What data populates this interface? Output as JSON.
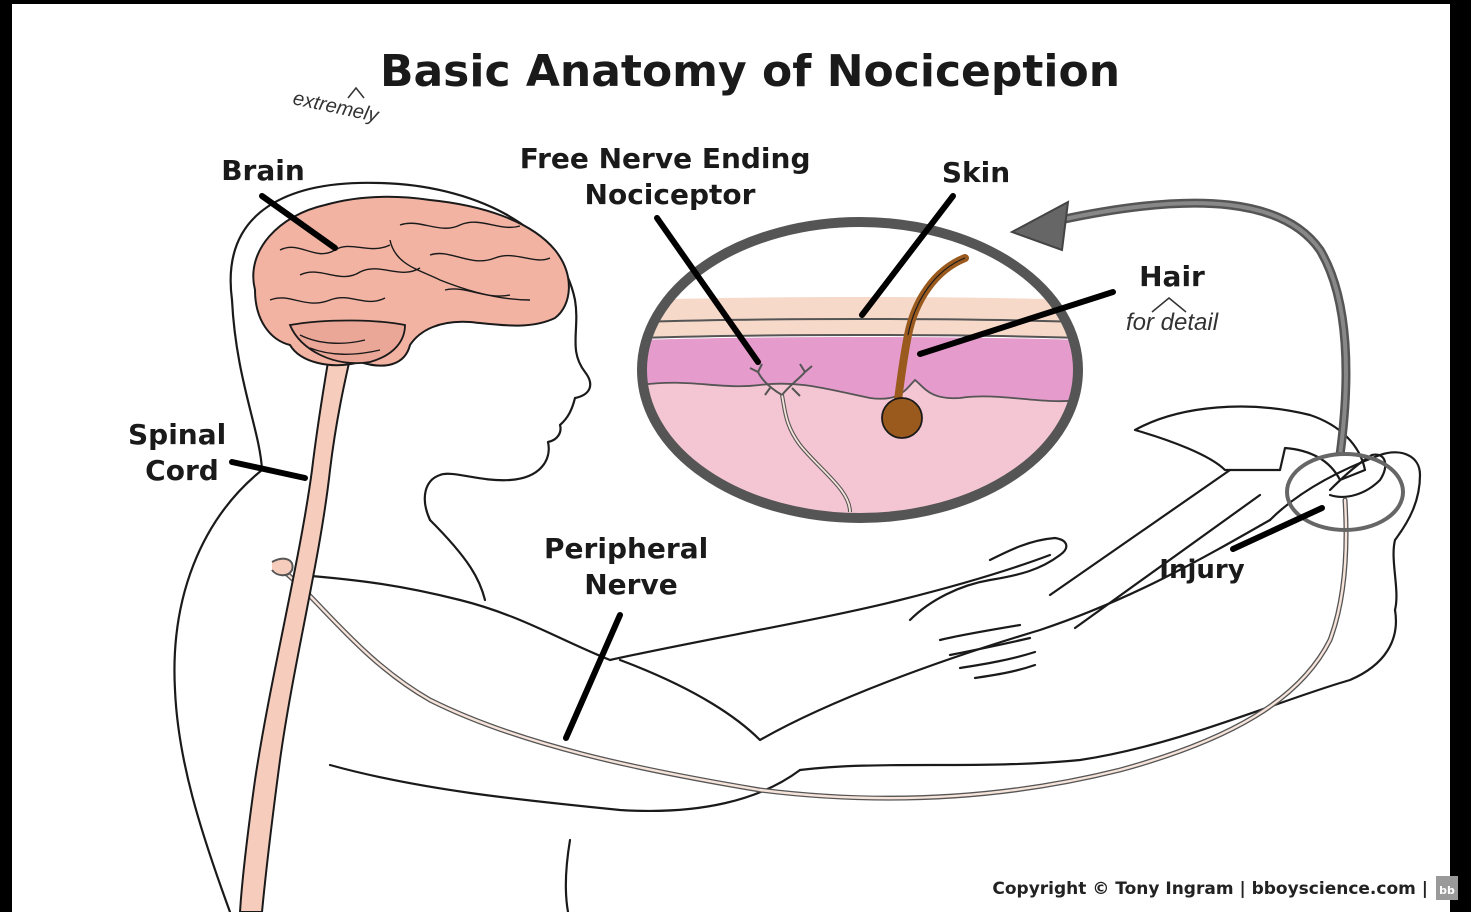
{
  "title": "Basic Anatomy of Nociception",
  "title_annotation": "extremely",
  "labels": {
    "brain": "Brain",
    "spinal_cord": [
      "Spinal",
      "Cord"
    ],
    "free_nerve_ending": [
      "Free Nerve Ending",
      "Nociceptor"
    ],
    "skin": "Skin",
    "hair": "Hair",
    "hair_annotation": "for detail",
    "peripheral_nerve": [
      "Peripheral",
      "Nerve"
    ],
    "injury": "Injury"
  },
  "copyright": "Copyright © Tony Ingram  |  bboyscience.com  |",
  "logo_text": "bb",
  "colors": {
    "brain": "#f2b3a3",
    "spinal_cord": "#f6cdbd",
    "epidermis": "#f7d9c9",
    "dermis": "#e59ccc",
    "subcutis": "#f4c6d3",
    "hair": "#9a5a1e",
    "lens_ring": "#555555",
    "background": "#ffffff",
    "frame": "#000000"
  }
}
